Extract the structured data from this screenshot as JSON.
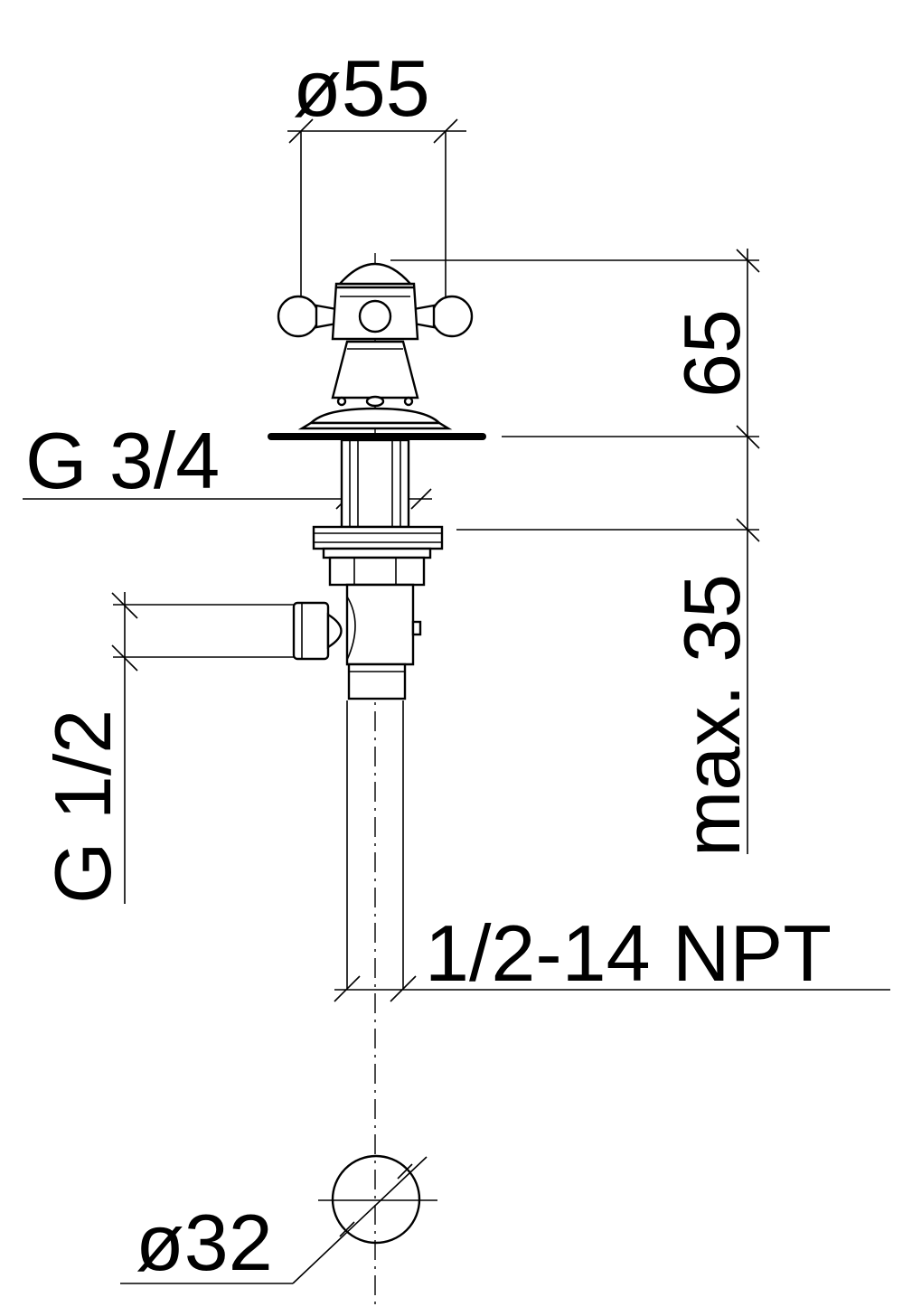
{
  "drawing": {
    "dim_top_diameter": "ø55",
    "dim_height": "65",
    "dim_max": "max. 35",
    "dim_thread_top": "G 3/4",
    "dim_thread_side": "G 1/2",
    "dim_npt": "1/2-14 NPT",
    "dim_bottom_diameter": "ø32"
  }
}
